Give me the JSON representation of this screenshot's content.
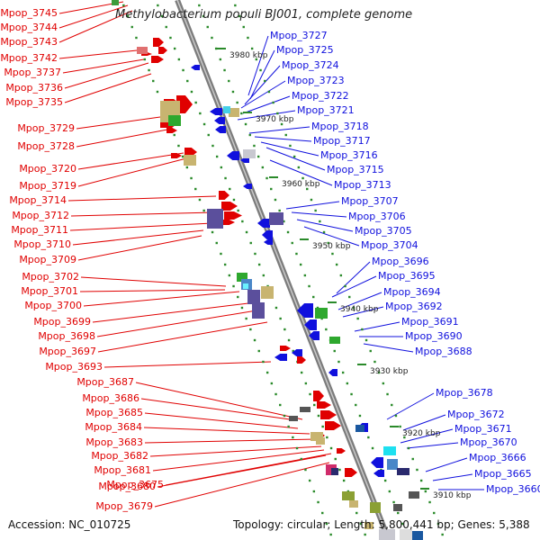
{
  "title": "Methylobacterium populi BJ001, complete genome",
  "accession": "Accession: NC_010725",
  "summary": "Topology: circular; Length: 5,800,441 bp; Genes: 5,388",
  "scale_labels": [
    "3980 kbp",
    "3970 kbp",
    "3960 kbp",
    "3950 kbp",
    "3940 kbp",
    "3930 kbp",
    "3920 kbp",
    "3910 kbp"
  ],
  "left_genes": [
    "Mpop_3745",
    "Mpop_3744",
    "Mpop_3743",
    "Mpop_3742",
    "Mpop_3737",
    "Mpop_3736",
    "Mpop_3735",
    "Mpop_3729",
    "Mpop_3728",
    "Mpop_3720",
    "Mpop_3719",
    "Mpop_3714",
    "Mpop_3712",
    "Mpop_3711",
    "Mpop_3710",
    "Mpop_3709",
    "Mpop_3702",
    "Mpop_3701",
    "Mpop_3700",
    "Mpop_3699",
    "Mpop_3698",
    "Mpop_3697",
    "Mpop_3693",
    "Mpop_3687",
    "Mpop_3686",
    "Mpop_3685",
    "Mpop_3684",
    "Mpop_3683",
    "Mpop_3682",
    "Mpop_3681",
    "Mpop_3680",
    "Mpop_3675",
    "Mpop_3679"
  ],
  "right_genes": [
    "Mpop_3727",
    "Mpop_3725",
    "Mpop_3724",
    "Mpop_3723",
    "Mpop_3722",
    "Mpop_3721",
    "Mpop_3718",
    "Mpop_3717",
    "Mpop_3716",
    "Mpop_3715",
    "Mpop_3713",
    "Mpop_3707",
    "Mpop_3706",
    "Mpop_3705",
    "Mpop_3704",
    "Mpop_3696",
    "Mpop_3695",
    "Mpop_3694",
    "Mpop_3692",
    "Mpop_3691",
    "Mpop_3690",
    "Mpop_3688",
    "Mpop_3678",
    "Mpop_3672",
    "Mpop_3671",
    "Mpop_3670",
    "Mpop_3666",
    "Mpop_3665",
    "Mpop_3660"
  ],
  "colors": {
    "forward_strand": "#e00000",
    "reverse_strand": "#1010dd",
    "backbone": "#8c8c8c",
    "tick": "#2a8a2a",
    "grey_label": "#222222"
  }
}
